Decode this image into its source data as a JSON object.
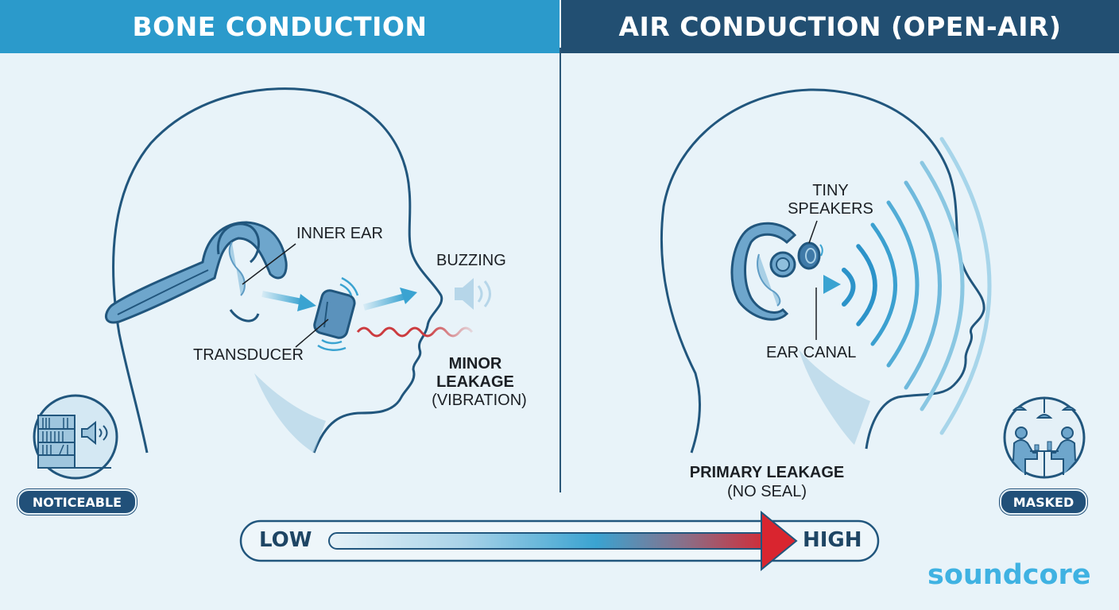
{
  "headers": {
    "left": "BONE CONDUCTION",
    "right": "AIR CONDUCTION (OPEN-AIR)"
  },
  "bone_conduction": {
    "labels": {
      "inner_ear": "INNER EAR",
      "transducer": "TRANSDUCER",
      "buzzing": "BUZZING",
      "minor_leakage_line1": "MINOR",
      "minor_leakage_line2": "LEAKAGE",
      "minor_leakage_line3": "(VIBRATION)"
    },
    "environment_badge": "NOTICEABLE",
    "environment_icon": "library-speaker-icon"
  },
  "air_conduction": {
    "labels": {
      "tiny_speakers_line1": "TINY",
      "tiny_speakers_line2": "SPEAKERS",
      "ear_canal": "EAR CANAL",
      "primary_leakage": "PRIMARY LEAKAGE",
      "no_seal": "(NO SEAL)"
    },
    "environment_badge": "MASKED",
    "environment_icon": "cafe-people-icon"
  },
  "leakage_scale": {
    "low_label": "LOW",
    "high_label": "HIGH",
    "gradient_colors": [
      "#e6f2f8",
      "#3aa3d1",
      "#d9252f"
    ]
  },
  "brand": {
    "logo_text": "soundcore",
    "color": "#3fb2e2"
  },
  "colors": {
    "bone_header": "#2b9acb",
    "air_header": "#224f72",
    "outline": "#21567d",
    "background": "#e8f3f9",
    "vibration_wave": "#cc3b3f"
  }
}
